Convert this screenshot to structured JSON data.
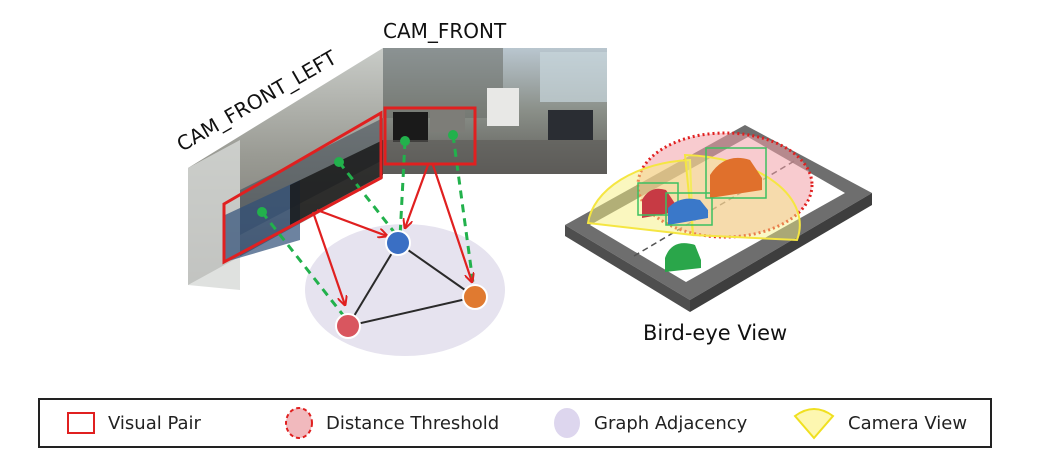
{
  "camera_labels": {
    "front_left": "CAM_FRONT_LEFT",
    "front": "CAM_FRONT"
  },
  "bev_label": "Bird-eye View",
  "graph": {
    "nodes": [
      {
        "id": "blue",
        "color": "#3a6fc4"
      },
      {
        "id": "orange",
        "color": "#e07a30"
      },
      {
        "id": "red",
        "color": "#d9565f"
      }
    ],
    "edges": [
      [
        "blue",
        "orange"
      ],
      [
        "blue",
        "red"
      ],
      [
        "red",
        "orange"
      ]
    ],
    "adjacency_color": "#e6e3ef"
  },
  "colors": {
    "visual_pair": "#e02020",
    "projection_dash": "#22b14c",
    "distance_threshold": "#e02020",
    "camera_view": "#f5e642",
    "bev_vehicles": [
      "#c73a44",
      "#3a78c9",
      "#e0702c",
      "#2aa64a"
    ]
  },
  "legend": {
    "items": [
      {
        "icon": "red-rectangle-icon",
        "label": "Visual Pair"
      },
      {
        "icon": "dashed-red-circle-icon",
        "label": "Distance Threshold"
      },
      {
        "icon": "lavender-circle-icon",
        "label": "Graph Adjacency"
      },
      {
        "icon": "yellow-sector-icon",
        "label": "Camera View"
      }
    ]
  }
}
